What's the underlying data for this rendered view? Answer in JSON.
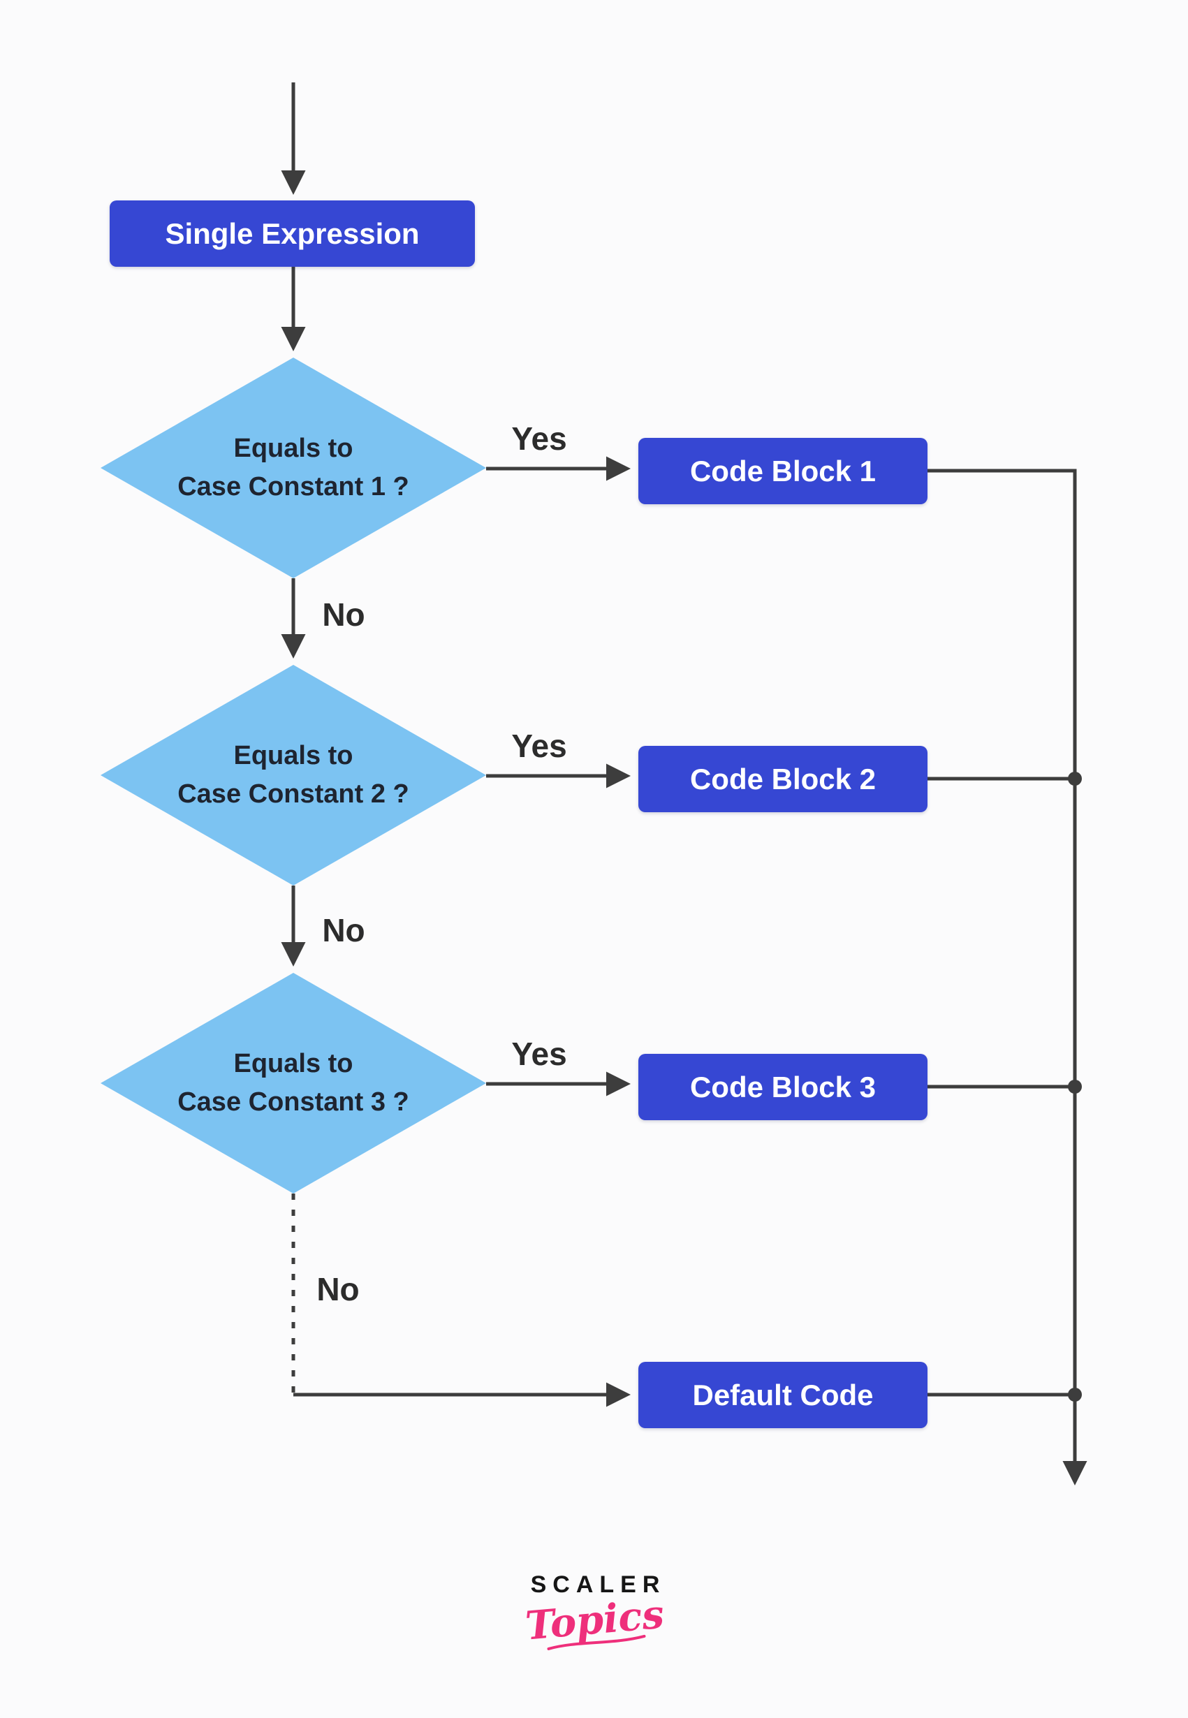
{
  "colors": {
    "background": "#fbfbfc",
    "node_blue": "#3647d3",
    "diamond_blue": "#7cc3f2",
    "line": "#3d3d3d",
    "diamond_text": "#1e2430",
    "logo_pink": "#ee2f7b",
    "logo_black": "#161616"
  },
  "nodes": {
    "start": {
      "label": "Single Expression"
    },
    "decisions": [
      {
        "line1": "Equals to",
        "line2": "Case Constant 1 ?"
      },
      {
        "line1": "Equals to",
        "line2": "Case Constant 2 ?"
      },
      {
        "line1": "Equals to",
        "line2": "Case Constant 3 ?"
      }
    ],
    "code_blocks": [
      "Code Block 1",
      "Code Block 2",
      "Code Block 3"
    ],
    "default_block": "Default Code"
  },
  "edge_labels": {
    "yes1": "Yes",
    "yes2": "Yes",
    "yes3": "Yes",
    "no1": "No",
    "no2": "No",
    "no3": "No"
  },
  "logo": {
    "brand": "SCALER",
    "wordmark": "Topics"
  }
}
